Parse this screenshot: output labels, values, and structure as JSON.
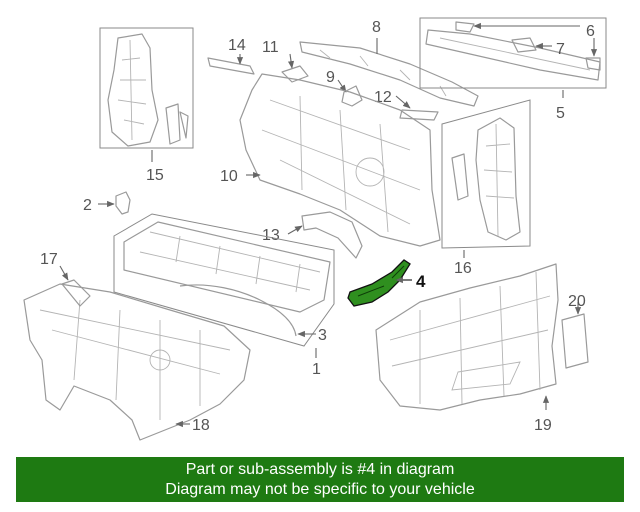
{
  "callouts": {
    "c1": "1",
    "c2": "2",
    "c3": "3",
    "c4": "4",
    "c5": "5",
    "c6": "6",
    "c7": "7",
    "c8": "8",
    "c9": "9",
    "c10": "10",
    "c11": "11",
    "c12": "12",
    "c13": "13",
    "c14": "14",
    "c15": "15",
    "c16": "16",
    "c17": "17",
    "c18": "18",
    "c19": "19",
    "c20": "20"
  },
  "banner": {
    "line1": "Part or sub-assembly is #4 in diagram",
    "line2": "Diagram may not be specific to your vehicle"
  },
  "colors": {
    "banner_bg": "#1e7a12",
    "highlight_part": "#2f8f1f",
    "part_outline": "#9a9a9a"
  }
}
